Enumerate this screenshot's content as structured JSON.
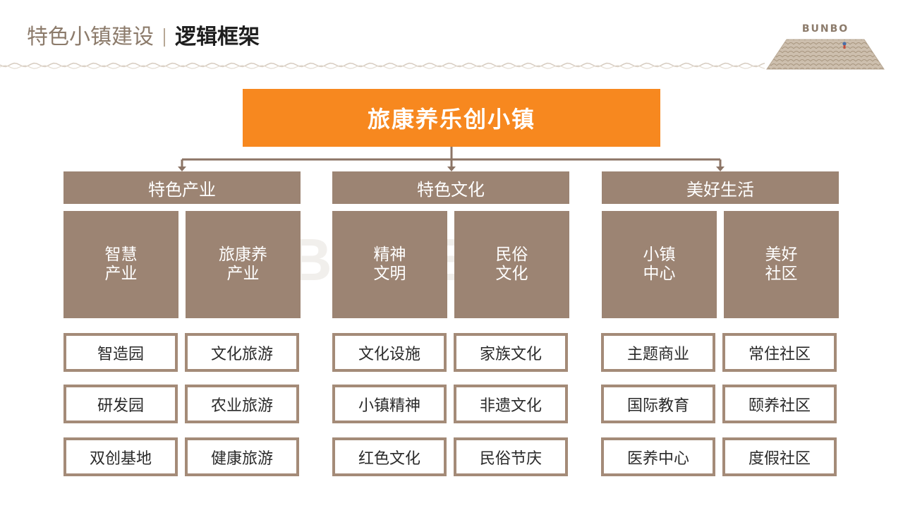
{
  "header": {
    "section": "特色小镇建设",
    "title": "逻辑框架",
    "logo": "BUNBO"
  },
  "top": {
    "label": "旅康养乐创小镇"
  },
  "columns": [
    {
      "title": "特色产业",
      "subs": [
        {
          "lines": [
            "智慧",
            "产业"
          ]
        },
        {
          "lines": [
            "旅康养",
            "产业"
          ]
        }
      ],
      "items": [
        [
          "智造园",
          "文化旅游"
        ],
        [
          "研发园",
          "农业旅游"
        ],
        [
          "双创基地",
          "健康旅游"
        ]
      ]
    },
    {
      "title": "特色文化",
      "subs": [
        {
          "lines": [
            "精神",
            "文明"
          ]
        },
        {
          "lines": [
            "民俗",
            "文化"
          ]
        }
      ],
      "items": [
        [
          "文化设施",
          "家族文化"
        ],
        [
          "小镇精神",
          "非遗文化"
        ],
        [
          "红色文化",
          "民俗节庆"
        ]
      ]
    },
    {
      "title": "美好生活",
      "subs": [
        {
          "lines": [
            "小镇",
            "中心"
          ]
        },
        {
          "lines": [
            "美好",
            "社区"
          ]
        }
      ],
      "items": [
        [
          "主题商业",
          "常住社区"
        ],
        [
          "国际教育",
          "颐养社区"
        ],
        [
          "医养中心",
          "度假社区"
        ]
      ]
    }
  ],
  "colors": {
    "orange": "#f7881f",
    "brown": "#9c8473",
    "border": "#a48b78",
    "title_grey": "#8c7b6b"
  }
}
